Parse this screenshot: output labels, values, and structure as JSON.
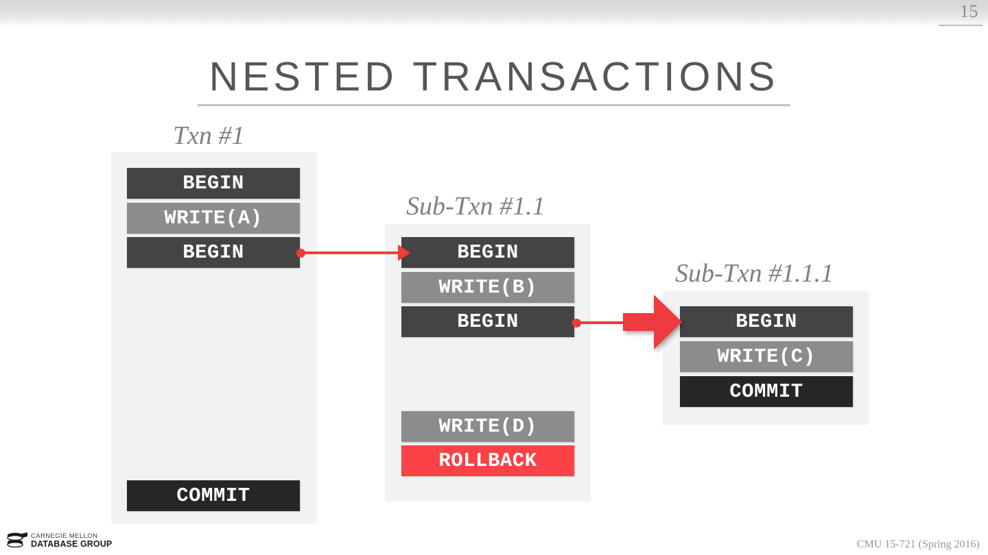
{
  "slide": {
    "number": "15",
    "title": "NESTED TRANSACTIONS"
  },
  "footer": {
    "logo_line1": "CARNEGIE MELLON",
    "logo_line2": "DATABASE GROUP",
    "course": "CMU 15-721 (Spring 2016)"
  },
  "colors": {
    "accent_red": "#ef3b3b",
    "rollback_red": "#fa4247",
    "op_dark": "#444444",
    "op_gray": "#8c8c8c",
    "op_black": "#262626",
    "container_gray": "#f2f2f2",
    "title_gray": "#565656",
    "label_gray": "#808080"
  },
  "transactions": [
    {
      "id": "txn1",
      "label": "Txn #1",
      "ops": [
        {
          "text": "BEGIN",
          "style": "dark"
        },
        {
          "text": "WRITE(A)",
          "style": "gray"
        },
        {
          "text": "BEGIN",
          "style": "dark"
        },
        {
          "text": "COMMIT",
          "style": "black"
        }
      ]
    },
    {
      "id": "subtxn11",
      "label": "Sub-Txn #1.1",
      "ops": [
        {
          "text": "BEGIN",
          "style": "dark"
        },
        {
          "text": "WRITE(B)",
          "style": "gray"
        },
        {
          "text": "BEGIN",
          "style": "dark"
        },
        {
          "text": "WRITE(D)",
          "style": "gray"
        },
        {
          "text": "ROLLBACK",
          "style": "red"
        }
      ]
    },
    {
      "id": "subtxn111",
      "label": "Sub-Txn #1.1.1",
      "ops": [
        {
          "text": "BEGIN",
          "style": "dark"
        },
        {
          "text": "WRITE(C)",
          "style": "gray"
        },
        {
          "text": "COMMIT",
          "style": "black"
        }
      ]
    }
  ],
  "connectors": [
    {
      "id": "conn-1-to-11",
      "from": "txn1-begin-2",
      "to": "subtxn11-begin-1",
      "kind": "thin-arrow"
    },
    {
      "id": "conn-11-to-111",
      "from": "subtxn11-begin-3",
      "to": "subtxn111-begin-1",
      "kind": "block-arrow"
    }
  ]
}
